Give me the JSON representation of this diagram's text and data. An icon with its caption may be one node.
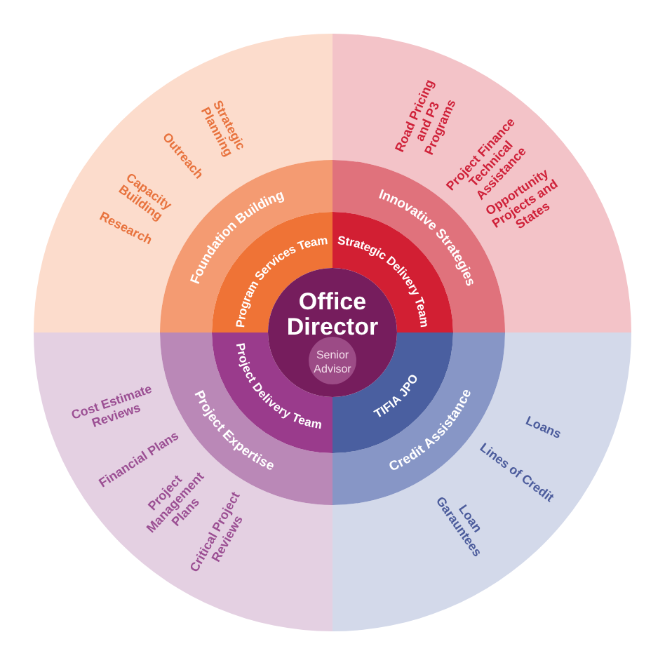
{
  "diagram": {
    "nodes": [
      {
        "text": [
          "Office Director"
        ]
      },
      {
        "text": [
          "Senior Advisor"
        ],
        "in": 0
      },
      {
        "text": [
          "Program Services Team"
        ]
      },
      {
        "text": [
          "Foundation Building"
        ]
      },
      {
        "text": [
          "Strategic Planning",
          "Outreach",
          "Capacity Building",
          "Research"
        ]
      },
      {
        "text": [
          "Strategic Delivery Team"
        ]
      },
      {
        "text": [
          "Innovative Strategies"
        ]
      },
      {
        "text": [
          "Road Pricing and P3 Programs",
          "Project Finance Technical Assistance",
          "Opportunity Projects and States"
        ]
      },
      {
        "text": [
          "Project Delivery Team"
        ]
      },
      {
        "text": [
          "Project Expertise"
        ]
      },
      {
        "text": [
          "Cost Estimate Reviews",
          "Financial Plans",
          "Project Management Plans",
          "Critical Project Reviews"
        ]
      },
      {
        "text": [
          "TIFIA JPO"
        ]
      },
      {
        "text": [
          "Credit Assistance"
        ]
      },
      {
        "text": [
          "Loans",
          "Lines of Credit",
          "Loan Garauntees"
        ]
      }
    ]
  }
}
